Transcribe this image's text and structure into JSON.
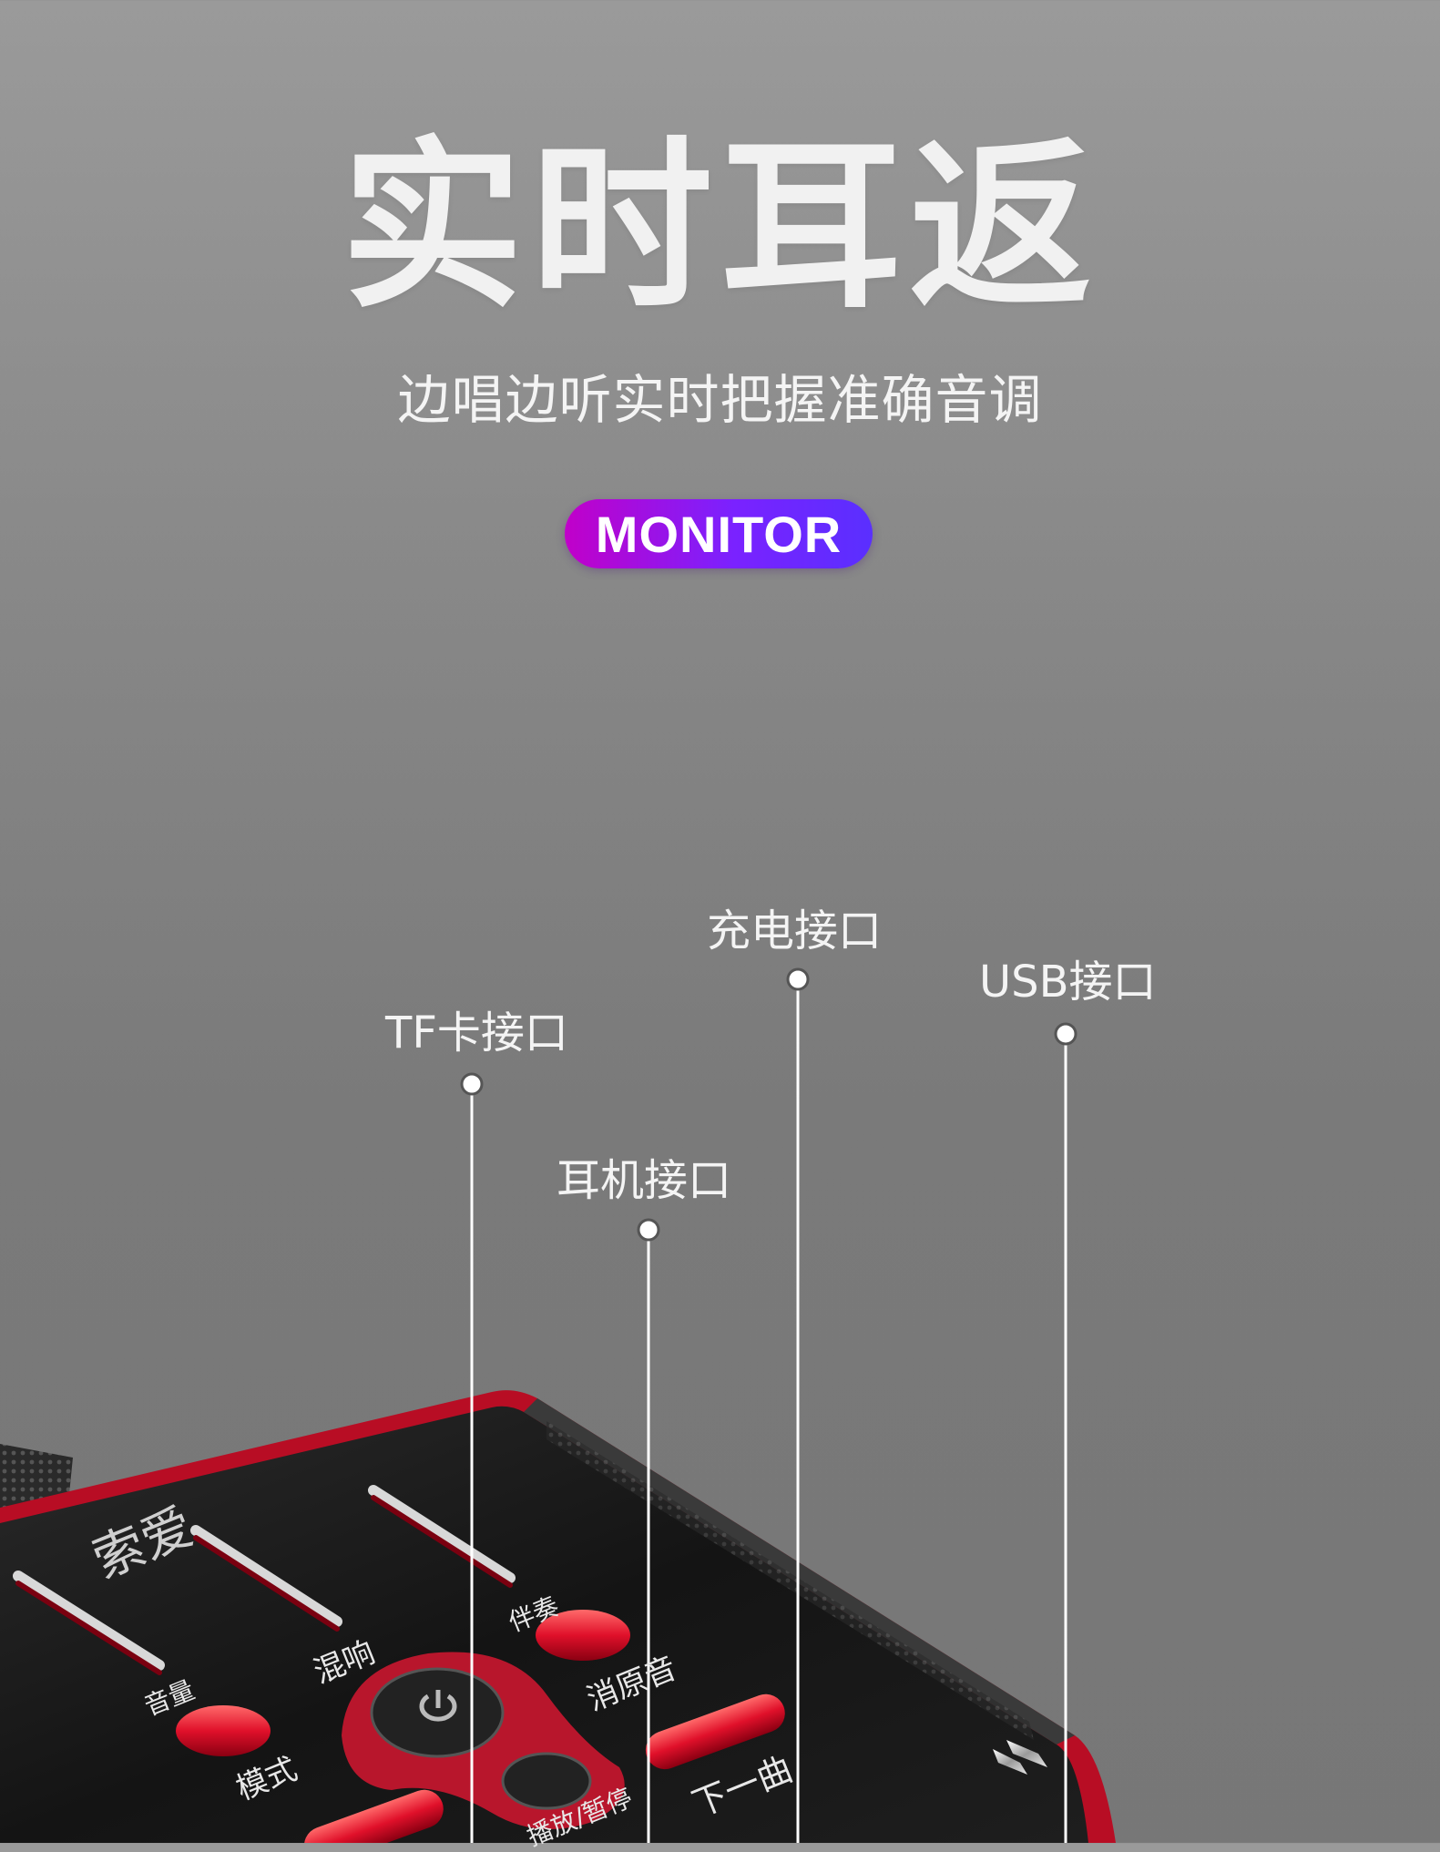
{
  "header": {
    "title": "实时耳返",
    "subtitle": "边唱边听实时把握准确音调",
    "badge": "MONITOR"
  },
  "callouts": {
    "charge_port": "充电接口",
    "usb_port": "USB接口",
    "tf_port": "TF卡接口",
    "earphone_port": "耳机接口"
  },
  "device": {
    "brand_logo_text": "索爱",
    "labels": {
      "volume": "音量",
      "reverb": "混响",
      "accompaniment": "伴奏",
      "mode": "模式",
      "vocal_cancel": "消原音",
      "next_track": "下一曲",
      "play_pause": "播放/暂停"
    }
  },
  "colors": {
    "badge_start": "#c100c9",
    "badge_end": "#5a2fff",
    "device_red": "#c8102e",
    "device_body": "#151515"
  }
}
